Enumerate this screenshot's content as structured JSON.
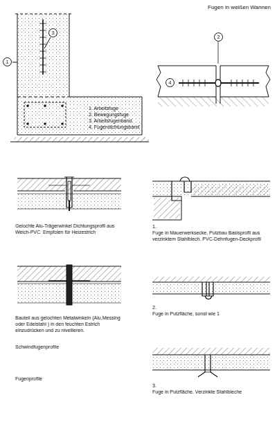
{
  "diagram": {
    "title": "Fugen in weißen Wannen",
    "nodes": [
      {
        "text": [
          "1"
        ]
      },
      {
        "text": [
          "3"
        ]
      },
      {
        "text": [
          "2"
        ]
      },
      {
        "text": [
          "4"
        ]
      }
    ],
    "labels": [
      "1. Arbeitsfuge",
      "2. Bewegungsfuge",
      "3. Arbeitsfugenband",
      "4. Fugendichtungsband",
      "Gelochte Alu-Trägerwinkel Dichtungsprofil aus Weich-PVC. Empfolen für Heizestrich",
      "Bauteil aus gelochten Metalwinkeln (Alu,Messing oder Edelstahl ) in den feuchten Estrich einzudrücken und zu nivellieren.",
      "Schwindfugenprofile",
      "Fugenprofile",
      "1. Fuge in Mauerwerksecke, Putzbau Basisprofil aus verzinktem Stahlblech. PVC-Dehnfugen-Deckprofil",
      "2. Fuge in Putzfläche, sonst wie 1",
      "3. Fuge in Putzfläche. Verzinkte Stahlbleche"
    ]
  }
}
